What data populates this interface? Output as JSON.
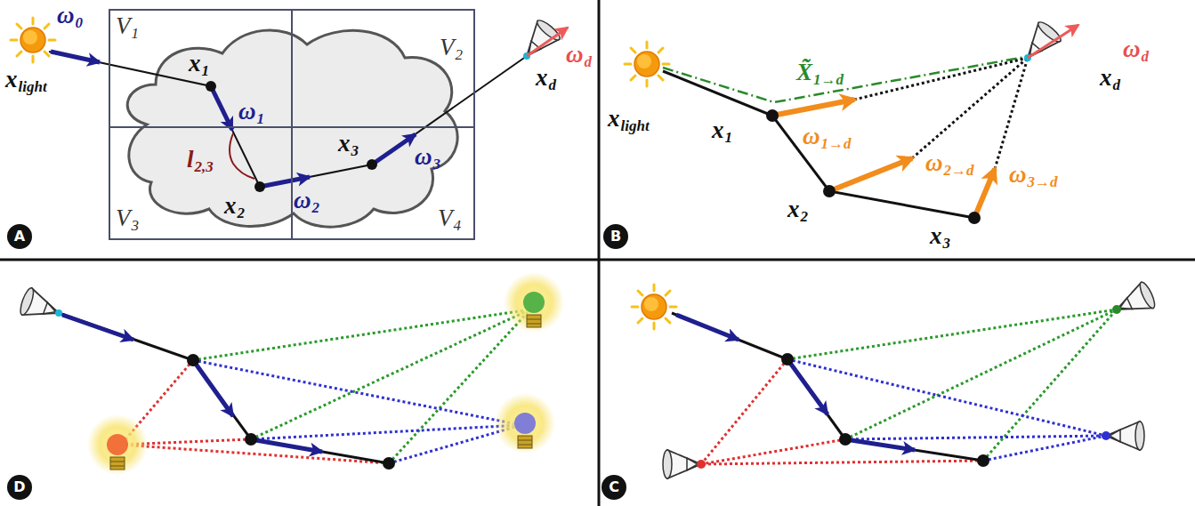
{
  "diagram": {
    "nodes": [
      {
        "text": [
          "V",
          "1"
        ]
      },
      {
        "text": [
          "V",
          "2"
        ]
      },
      {
        "text": [
          "V",
          "3"
        ]
      },
      {
        "text": [
          "V",
          "4"
        ]
      },
      {
        "text": [
          "A"
        ]
      },
      {
        "text": [
          "B"
        ]
      },
      {
        "text": [
          "D"
        ]
      },
      {
        "text": [
          "C"
        ]
      }
    ],
    "labels": [
      "ω",
      "0",
      "x",
      "light",
      "x",
      "1",
      "ω",
      "1",
      "l",
      "2,3",
      "x",
      "2",
      "ω",
      "2",
      "x",
      "3",
      "ω",
      "3",
      "ω",
      "d",
      "x",
      "d",
      "x",
      "light",
      "x",
      "1",
      "ω",
      "1→d",
      "X̃",
      "1→d",
      "x",
      "d",
      "ω",
      "d",
      "x",
      "2",
      "ω",
      "2→d",
      "x",
      "3",
      "ω",
      "3→d"
    ]
  }
}
